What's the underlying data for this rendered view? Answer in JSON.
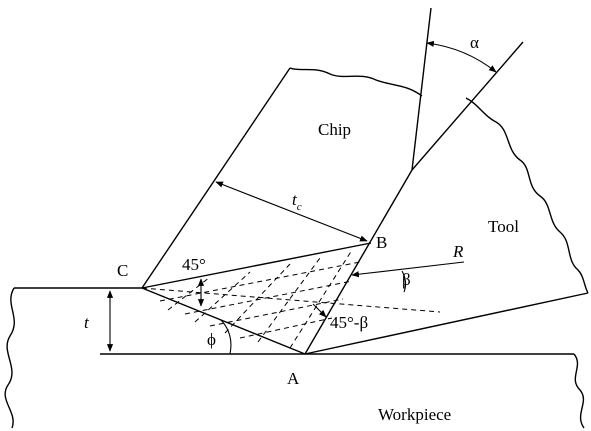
{
  "labels": {
    "chip": "Chip",
    "tool": "Tool",
    "workpiece": "Workpiece",
    "point_a": "A",
    "point_b": "B",
    "point_c": "C",
    "thickness_t": "t",
    "chip_thickness_base": "t",
    "chip_thickness_sub": "c",
    "force_r": "R",
    "alpha": "α",
    "beta": "β",
    "phi": "ϕ",
    "angle_45": "45°",
    "angle_45_minus_beta": "45°-β"
  }
}
